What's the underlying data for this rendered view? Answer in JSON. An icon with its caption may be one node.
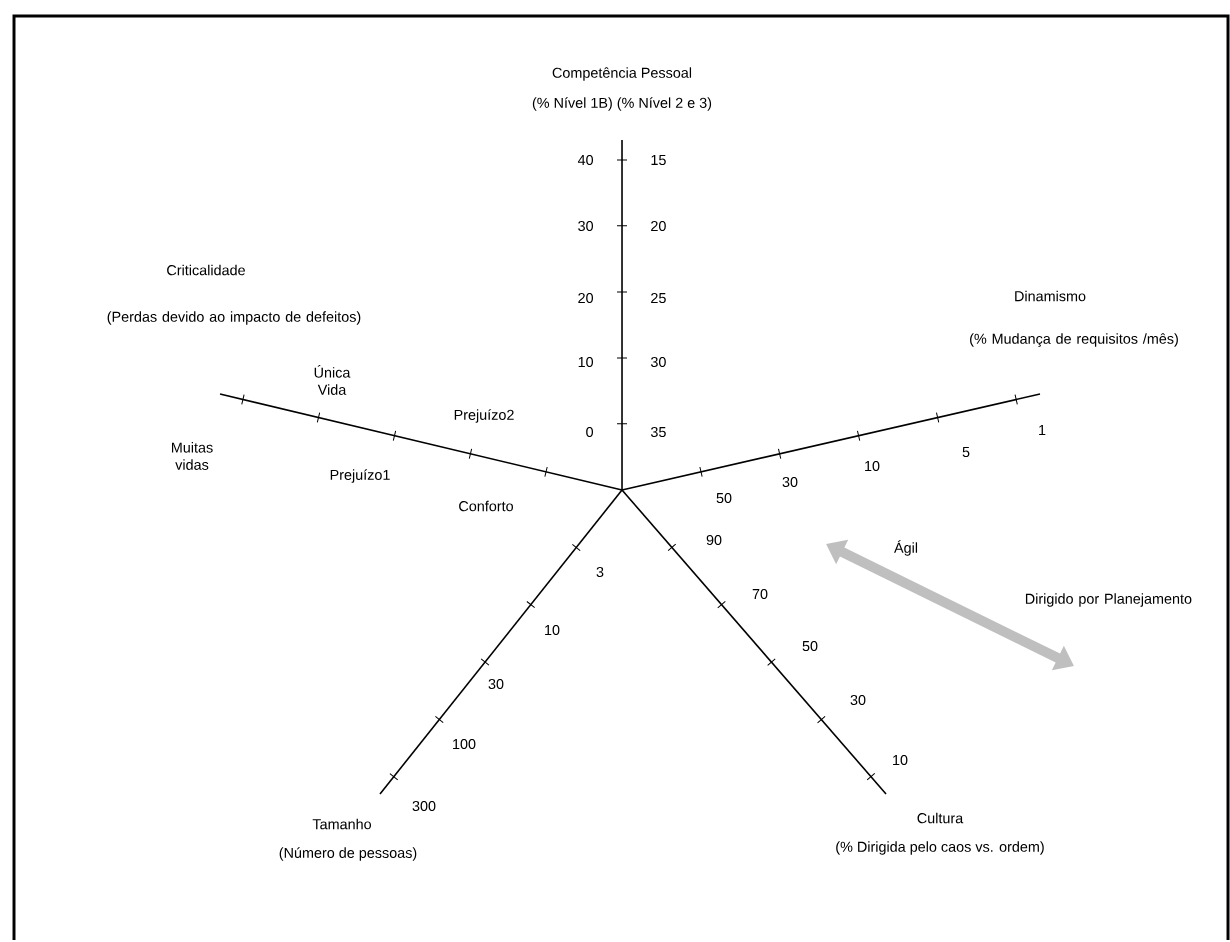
{
  "diagram": {
    "labels": [
      "Competência Pessoal",
      "(% Nível 1B) (% Nível 2 e 3)",
      "40",
      "15",
      "30",
      "20",
      "20",
      "25",
      "10",
      "30",
      "0",
      "35",
      "Criticalidade",
      "(Perdas devido ao impacto de defeitos)",
      "Dinamismo",
      "(% Mudança de requisitos /mês)",
      "Única Vida",
      "Prejuízo2",
      "1",
      "5",
      "10",
      "Muitas vidas",
      "Prejuízo1",
      "30",
      "Conforto",
      "50",
      "90",
      "Ágil",
      "3",
      "70",
      "Dirigido por Planejamento",
      "10",
      "50",
      "30",
      "30",
      "100",
      "10",
      "300",
      "Tamanho",
      "(Número de pessoas)",
      "Cultura",
      "(% Dirigida pelo caos vs. ordem)"
    ]
  }
}
